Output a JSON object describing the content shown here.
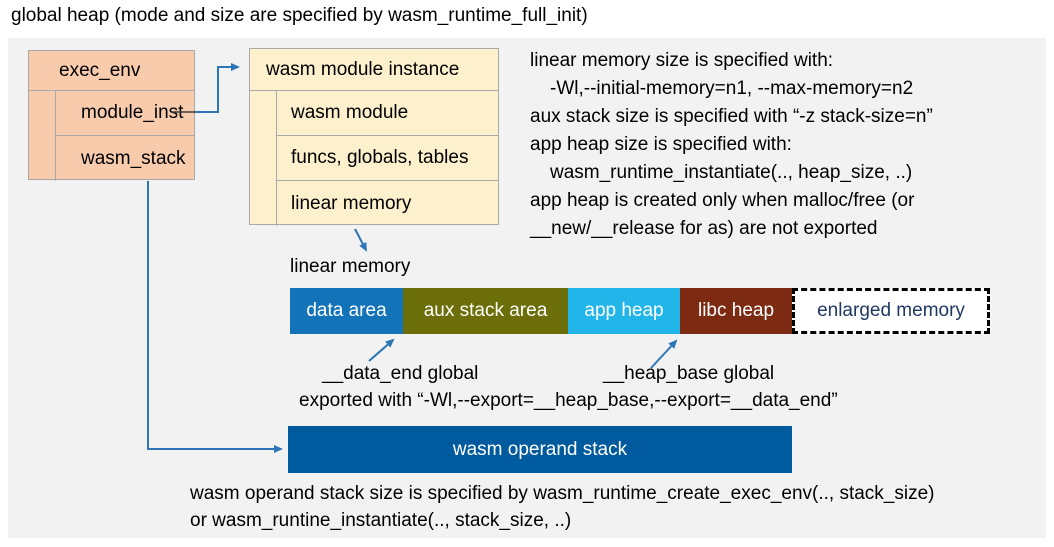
{
  "title": "global heap (mode and size are specified by wasm_runtime_full_init)",
  "exec_env_box": {
    "header": "exec_env",
    "rows": [
      "module_inst",
      "wasm_stack"
    ]
  },
  "module_instance_box": {
    "header": "wasm module instance",
    "rows": [
      "wasm module",
      "funcs, globals, tables",
      "linear memory"
    ]
  },
  "notes_right": {
    "lines": [
      {
        "text": "linear memory size is specified with:"
      },
      {
        "text": "-Wl,--initial-memory=n1, --max-memory=n2"
      },
      {
        "text": "aux stack size is specified with “-z stack-size=n”"
      },
      {
        "text": "app heap size is specified with:"
      },
      {
        "text": "wasm_runtime_instantiate(.., heap_size, ..)"
      },
      {
        "text": "app heap is created only when malloc/free (or"
      },
      {
        "text": "__new/__release for as) are not exported"
      }
    ]
  },
  "linear_memory": {
    "label": "linear memory",
    "segments": [
      {
        "label": "data area",
        "color": "#1373b9",
        "text_color": "#ffffff"
      },
      {
        "label": "aux stack area",
        "color": "#6c6e09",
        "text_color": "#ffffff"
      },
      {
        "label": "app heap",
        "color": "#22b5ea",
        "text_color": "#ffffff"
      },
      {
        "label": "libc heap",
        "color": "#7c2b12",
        "text_color": "#ffffff"
      },
      {
        "label": "enlarged memory",
        "color": "#ffffff",
        "text_color": "#1f3864",
        "border": "dashed"
      }
    ]
  },
  "annotations": {
    "data_end": "__data_end global",
    "heap_base": "__heap_base global",
    "export_line": "exported with “-Wl,--export=__heap_base,--export=__data_end”"
  },
  "operand_stack": {
    "label": "wasm operand stack",
    "color": "#005a9e"
  },
  "notes_bottom": {
    "lines": [
      "wasm operand stack size is specified by wasm_runtime_create_exec_env(.., stack_size)",
      "or wasm_runtine_instantiate(.., stack_size, ..)"
    ]
  },
  "colors": {
    "panel_bg": "#f2f2f2",
    "exec_env_fill": "#f8cbad",
    "module_instance_fill": "#fdf0cd",
    "arrow": "#2e75b6",
    "leader": "#3b3b3b",
    "box_border": "#a9a9a9"
  }
}
